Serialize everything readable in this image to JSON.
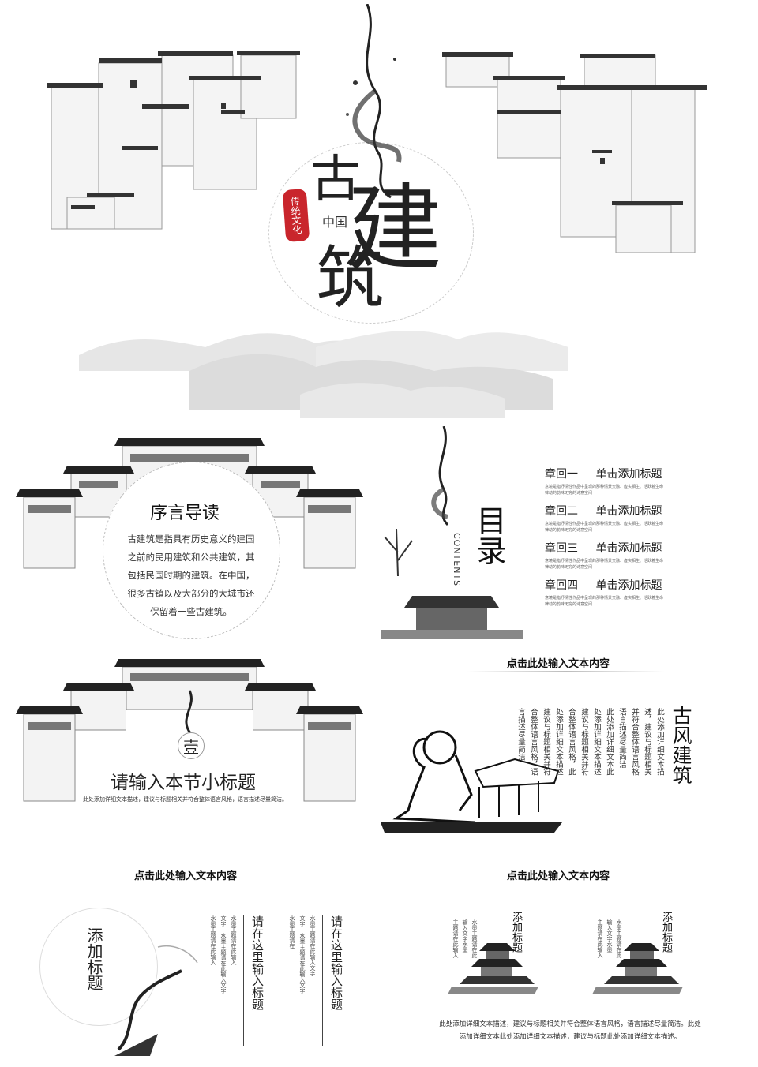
{
  "cover": {
    "title_chars": [
      "古",
      "建",
      "筑"
    ],
    "prefix": "中国",
    "seal": "传统文化"
  },
  "preface": {
    "title": "序言导读",
    "body_lines": [
      "古建筑是指具有历史意义的建国",
      "之前的民用建筑和公共建筑，其",
      "包括民国时期的建筑。在中国，",
      "很多古镇以及大部分的大城市还",
      "保留着一些古建筑。"
    ]
  },
  "toc": {
    "title": "目录",
    "subtitle": "CONTENTS",
    "items": [
      {
        "chapter": "章回一",
        "label": "单击添加标题",
        "desc1": "意境是指抒情性作品中呈现的那种情景交融、虚实相生、活跃着生命",
        "desc2": "律动的韵味无穷的诗意空间"
      },
      {
        "chapter": "章回二",
        "label": "单击添加标题",
        "desc1": "意境是指抒情性作品中呈现的那种情景交融、虚实相生、活跃着生命",
        "desc2": "律动的韵味无穷的诗意空间"
      },
      {
        "chapter": "章回三",
        "label": "单击添加标题",
        "desc1": "意境是指抒情性作品中呈现的那种情景交融、虚实相生、活跃着生命",
        "desc2": "律动的韵味无穷的诗意空间"
      },
      {
        "chapter": "章回四",
        "label": "单击添加标题",
        "desc1": "意境是指抒情性作品中呈现的那种情景交融、虚实相生、活跃着生命",
        "desc2": "律动的韵味无穷的诗意空间"
      }
    ]
  },
  "section1": {
    "number": "壹",
    "subtitle": "请输入本节小标题",
    "desc": "此处添加详细文本描述，建议与标题相关并符合整体语言风格，语言描述尽量简洁。"
  },
  "gufeng": {
    "header": "点击此处输入文本内容",
    "title": "古风建筑",
    "columns": [
      "此处添加详细文本描",
      "述，建议与标题相关",
      "并符合整体语言风格",
      "语言描述尽量简洁",
      "此处添加详细文本此",
      "处添加详细文本描述",
      "建议与标题相关并符",
      "合整体语言风格，此",
      "处添加详细文本描述",
      "建议与标题相关并符",
      "合整体语言风格，语",
      "言描述尽量简洁"
    ]
  },
  "slide5": {
    "header": "点击此处输入文本内容",
    "circle_title": "添加标题",
    "block1_title": "请在这里输入标题",
    "block1_cols": [
      "水墨主题请在此输入",
      "文字 水墨主题请在此输入文字",
      "水墨主题请在此输入"
    ],
    "block2_title": "请在这里输入标题",
    "block2_cols": [
      "水墨主题请在此输入文字",
      "文字 水墨主题请在此输入文字",
      "水墨主题请在"
    ]
  },
  "slide6": {
    "header": "点击此处输入文本内容",
    "card1_title": "添加标题",
    "card1_cols": [
      "水墨主题请在此",
      "输入文字水墨",
      "主题请在此输入"
    ],
    "card2_title": "添加标题",
    "card2_cols": [
      "水墨主题请在此",
      "输入文字水墨",
      "主题请在此输入"
    ],
    "footer_line1": "此处添加详细文本描述，建议与标题相关并符合整体语言风格，语言描述尽量简洁。此处",
    "footer_line2": "添加详细文本此处添加详细文本描述，建议与标题此处添加详细文本描述。"
  }
}
